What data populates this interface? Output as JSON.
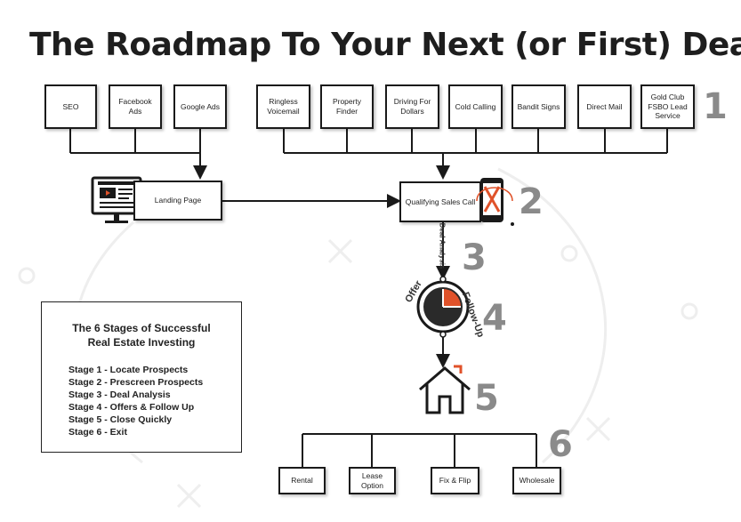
{
  "title": "The Roadmap To Your Next (or First) Deal",
  "stage1_sources": [
    "SEO",
    "Facebook Ads",
    "Google Ads",
    "Ringless Voicemail",
    "Property Finder",
    "Driving For Dollars",
    "Cold Calling",
    "Bandit Signs",
    "Direct Mail",
    "Gold Club FSBO Lead Service"
  ],
  "landing_page": "Landing Page",
  "qualifying_call": "Qualifying Sales Call",
  "deal_analysis": "Deal Analysis",
  "offer_label": "Offer",
  "followup_label": "Follow-Up",
  "stage_numbers": [
    "1",
    "2",
    "3",
    "4",
    "5",
    "6"
  ],
  "exits": [
    "Rental",
    "Lease Option",
    "Fix & Flip",
    "Wholesale"
  ],
  "legend": {
    "title": "The 6 Stages of Successful Real Estate Investing",
    "items": [
      "Stage 1 - Locate Prospects",
      "Stage 2 - Prescreen Prospects",
      "Stage 3 - Deal Analysis",
      "Stage 4 - Offers & Follow Up",
      "Stage 5 - Close Quickly",
      "Stage 6 - Exit"
    ]
  },
  "colors": {
    "accent": "#e0522a",
    "number_gray": "#8a8a8a",
    "line": "#1a1a1a"
  }
}
